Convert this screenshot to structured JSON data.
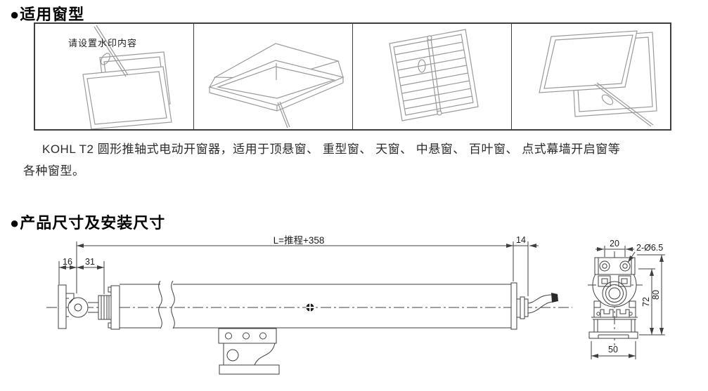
{
  "sections": {
    "window_types": {
      "title": "●适用窗型"
    },
    "product_dims": {
      "title": "●产品尺寸及安装尺寸"
    }
  },
  "watermark": "请设置水印内容",
  "description": {
    "line1": "KOHL T2 圆形推轴式电动开窗器，适用于顶悬窗、 重型窗、 天窗、 中悬窗、 百叶窗、 点式幕墙开启窗等",
    "line2": "各种窗型。"
  },
  "panels": [
    {
      "icon": "top-hung-window-icon"
    },
    {
      "icon": "skylight-window-icon"
    },
    {
      "icon": "louver-window-icon"
    },
    {
      "icon": "projected-window-icon"
    }
  ],
  "drawing": {
    "dims": {
      "total_length": "L=推程+358",
      "end_cap": "14",
      "clevis_width": "16",
      "clevis_to_body": "31",
      "hole_spacing": "20",
      "mount_holes": "2-Ø6.5",
      "body_height": "72",
      "overall_height": "80",
      "bracket_width": "50"
    }
  }
}
